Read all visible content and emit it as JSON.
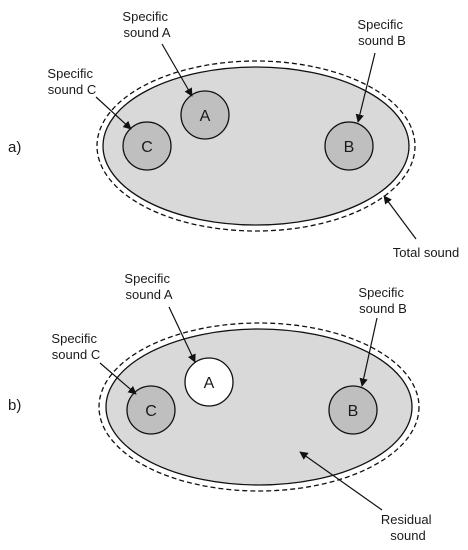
{
  "colors": {
    "ellipse_fill": "#d9d9d9",
    "circle_fill": "#bfbfbf",
    "highlight_fill": "#ffffff",
    "stroke": "#111111"
  },
  "panel_a": {
    "label": "a)",
    "circles": {
      "a": "A",
      "b": "B",
      "c": "C"
    },
    "callouts": {
      "a": [
        "Specific",
        "sound A"
      ],
      "b": [
        "Specific",
        "sound B"
      ],
      "c": [
        "Specific",
        "sound C"
      ],
      "total": [
        "Total sound"
      ]
    }
  },
  "panel_b": {
    "label": "b)",
    "circles": {
      "a": "A",
      "b": "B",
      "c": "C"
    },
    "callouts": {
      "a": [
        "Specific",
        "sound A"
      ],
      "b": [
        "Specific",
        "sound B"
      ],
      "c": [
        "Specific",
        "sound C"
      ],
      "residual": [
        "Residual",
        "sound"
      ]
    }
  }
}
